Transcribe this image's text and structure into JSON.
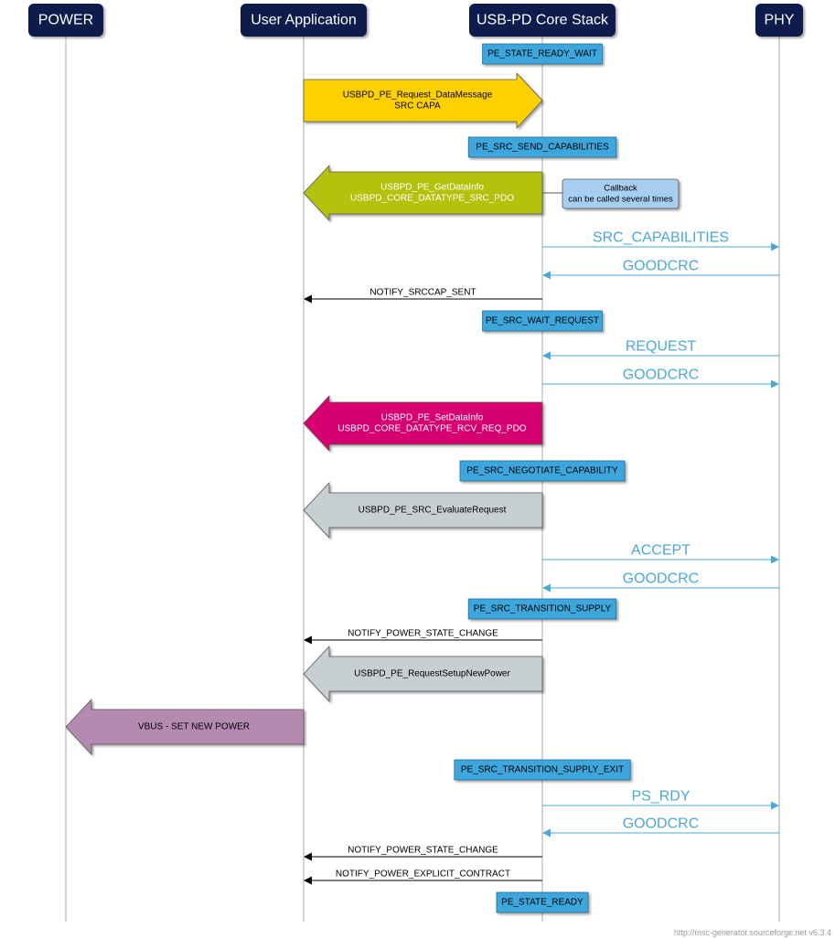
{
  "colors": {
    "header_bg": "#0b1f4d",
    "header_text": "#ffffff",
    "lifeline": "#a8a8a8",
    "state_bg": "#3ea6dc",
    "state_border": "#1f6e96",
    "msg_phy": "#4aa8d8",
    "msg_app": "#000000",
    "note_bg": "#a7cdf0",
    "yellow": "#ffd000",
    "green": "#b5c20a",
    "magenta": "#d6006f",
    "grey": "#c7cfd3",
    "purple": "#b48ab0"
  },
  "lifelines": [
    {
      "id": "power",
      "label": "POWER"
    },
    {
      "id": "app",
      "label": "User Application"
    },
    {
      "id": "stack",
      "label": "USB-PD Core Stack"
    },
    {
      "id": "phy",
      "label": "PHY"
    }
  ],
  "events": [
    {
      "kind": "state",
      "name": "state-pe-state-ready-wait",
      "text": "PE_STATE_READY_WAIT"
    },
    {
      "kind": "block",
      "name": "block-request-datamessage",
      "from": "app",
      "to": "stack",
      "color": "yellow",
      "text_color": "#000000",
      "lines": [
        "USBPD_PE_Request_DataMessage",
        "SRC CAPA"
      ]
    },
    {
      "kind": "state",
      "name": "state-pe-src-send-capabilities",
      "text": "PE_SRC_SEND_CAPABILITIES"
    },
    {
      "kind": "block",
      "name": "block-getdatainfo",
      "from": "stack",
      "to": "app",
      "color": "green",
      "text_color": "#ffffff",
      "lines": [
        "USBPD_PE_GetDataInfo",
        "USBPD_CORE_DATATYPE_SRC_PDO"
      ]
    },
    {
      "kind": "note",
      "name": "note-callback",
      "lines": [
        "Callback",
        "can be called several times"
      ]
    },
    {
      "kind": "msg",
      "name": "msg-src-capabilities",
      "from": "stack",
      "to": "phy",
      "text": "SRC_CAPABILITIES"
    },
    {
      "kind": "msg",
      "name": "msg-goodcrc-1",
      "from": "phy",
      "to": "stack",
      "text": "GOODCRC"
    },
    {
      "kind": "msg",
      "name": "msg-notify-srccap-sent",
      "from": "stack",
      "to": "app",
      "text": "NOTIFY_SRCCAP_SENT"
    },
    {
      "kind": "state",
      "name": "state-pe-src-wait-request",
      "text": "PE_SRC_WAIT_REQUEST"
    },
    {
      "kind": "msg",
      "name": "msg-request",
      "from": "phy",
      "to": "stack",
      "text": "REQUEST"
    },
    {
      "kind": "msg",
      "name": "msg-goodcrc-2",
      "from": "stack",
      "to": "phy",
      "text": "GOODCRC"
    },
    {
      "kind": "block",
      "name": "block-setdatainfo",
      "from": "stack",
      "to": "app",
      "color": "magenta",
      "text_color": "#ffffff",
      "lines": [
        "USBPD_PE_SetDataInfo",
        "USBPD_CORE_DATATYPE_RCV_REQ_PDO"
      ]
    },
    {
      "kind": "state",
      "name": "state-pe-src-negotiate-capability",
      "text": "PE_SRC_NEGOTIATE_CAPABILITY"
    },
    {
      "kind": "block",
      "name": "block-evaluaterequest",
      "from": "stack",
      "to": "app",
      "color": "grey",
      "text_color": "#000000",
      "lines": [
        "USBPD_PE_SRC_EvaluateRequest"
      ]
    },
    {
      "kind": "msg",
      "name": "msg-accept",
      "from": "stack",
      "to": "phy",
      "text": "ACCEPT"
    },
    {
      "kind": "msg",
      "name": "msg-goodcrc-3",
      "from": "phy",
      "to": "stack",
      "text": "GOODCRC"
    },
    {
      "kind": "state",
      "name": "state-pe-src-transition-supply",
      "text": "PE_SRC_TRANSITION_SUPPLY"
    },
    {
      "kind": "msg",
      "name": "msg-notify-power-state-change-1",
      "from": "stack",
      "to": "app",
      "text": "NOTIFY_POWER_STATE_CHANGE"
    },
    {
      "kind": "block",
      "name": "block-requestsetupnewpower",
      "from": "stack",
      "to": "app",
      "color": "grey",
      "text_color": "#000000",
      "lines": [
        "USBPD_PE_RequestSetupNewPower"
      ]
    },
    {
      "kind": "block",
      "name": "block-vbus-set-new-power",
      "from": "app",
      "to": "power",
      "color": "purple",
      "text_color": "#000000",
      "lines": [
        "VBUS - SET NEW POWER"
      ]
    },
    {
      "kind": "state",
      "name": "state-pe-src-transition-supply-exit",
      "text": "PE_SRC_TRANSITION_SUPPLY_EXIT"
    },
    {
      "kind": "msg",
      "name": "msg-ps-rdy",
      "from": "stack",
      "to": "phy",
      "text": "PS_RDY"
    },
    {
      "kind": "msg",
      "name": "msg-goodcrc-4",
      "from": "phy",
      "to": "stack",
      "text": "GOODCRC"
    },
    {
      "kind": "msg",
      "name": "msg-notify-power-state-change-2",
      "from": "stack",
      "to": "app",
      "text": "NOTIFY_POWER_STATE_CHANGE"
    },
    {
      "kind": "msg",
      "name": "msg-notify-power-explicit-contract",
      "from": "stack",
      "to": "app",
      "text": "NOTIFY_POWER_EXPLICIT_CONTRACT"
    },
    {
      "kind": "state",
      "name": "state-pe-state-ready",
      "text": "PE_STATE_READY"
    }
  ],
  "footer": "http://msc-generator.sourceforge.net v6.3.4"
}
